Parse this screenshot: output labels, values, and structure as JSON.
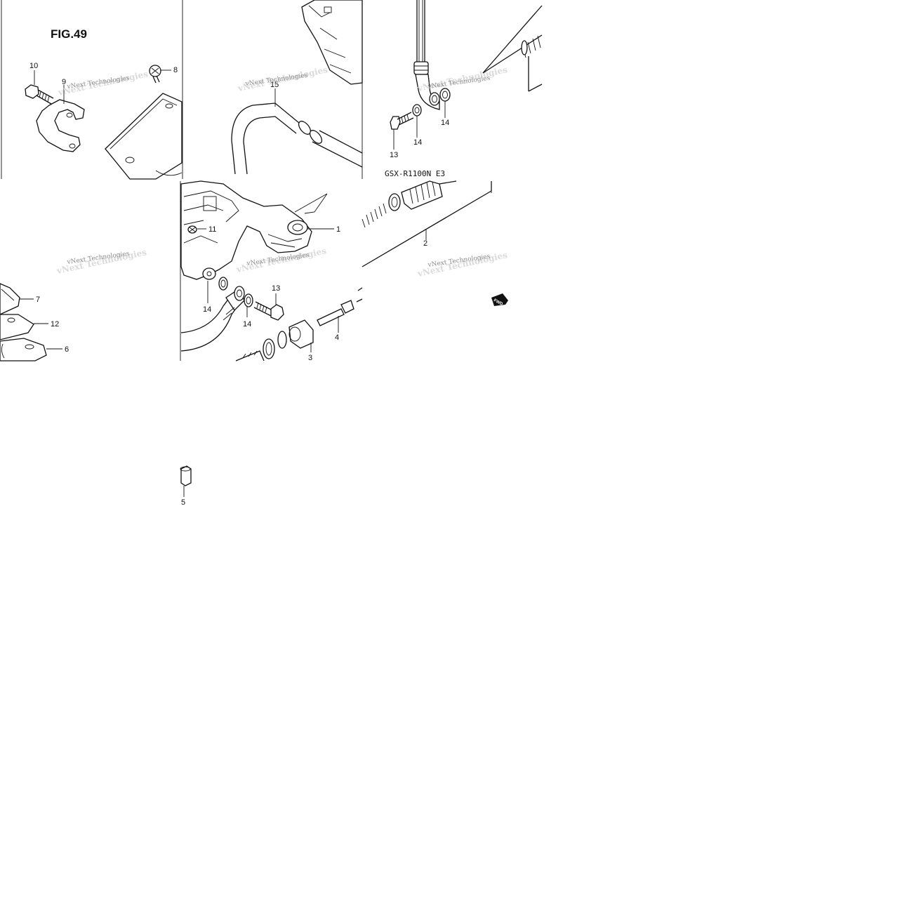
{
  "figure": {
    "title": "FIG.49"
  },
  "model_label": "GSX-R1100N E3",
  "fwd_label": "FWD",
  "watermark": {
    "text": "vNext Technologies"
  },
  "callouts": {
    "c1": "1",
    "c2": "2",
    "c3": "3",
    "c4": "4",
    "c5": "5",
    "c6": "6",
    "c7": "7",
    "c8": "8",
    "c9": "9",
    "c10": "10",
    "c11": "11",
    "c12": "12",
    "c13a": "13",
    "c13b": "13",
    "c14a": "14",
    "c14b": "14",
    "c14c": "14",
    "c14d": "14",
    "c15": "15"
  }
}
